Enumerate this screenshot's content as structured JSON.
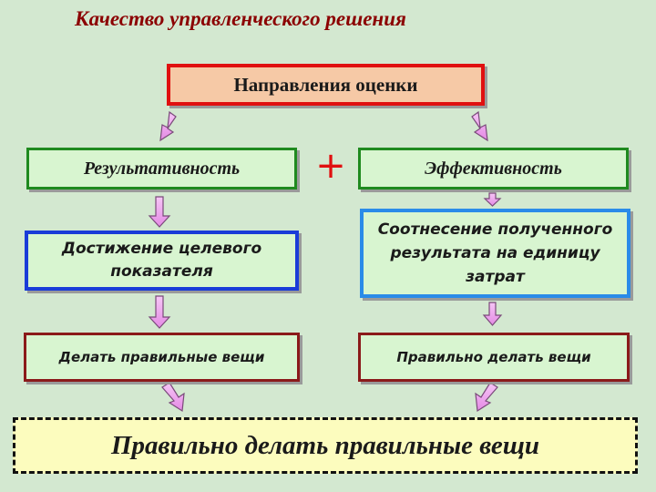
{
  "title": "Качество управленческого решения",
  "root": "Направления оценки",
  "plus": "+",
  "left": {
    "head": "Результативность",
    "middle_line1": "Достижение целевого",
    "middle_line2": "показателя",
    "bottom": "Делать правильные вещи"
  },
  "right": {
    "head": "Эффективность",
    "middle_line1": "Соотнесение полученного",
    "middle_line2": "результата на единицу",
    "middle_line3": "затрат",
    "bottom": "Правильно делать вещи"
  },
  "conclusion": "Правильно делать правильные вещи",
  "colors": {
    "background": "#d3e8d0",
    "arrow_fill": "#f0a8f0",
    "arrow_stroke": "#7a4a7a",
    "title": "#8b0000",
    "accent_red": "#e01010"
  }
}
